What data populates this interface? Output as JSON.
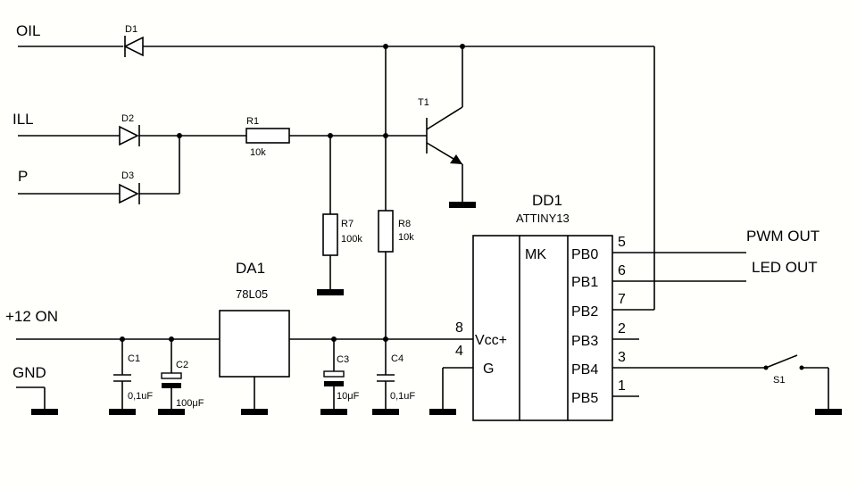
{
  "inputs": {
    "oil": "OIL",
    "ill": "ILL",
    "p": "P",
    "v12": "+12 ON",
    "gnd": "GND"
  },
  "outputs": {
    "pwm": "PWM OUT",
    "led": "LED OUT"
  },
  "diodes": {
    "d1": "D1",
    "d2": "D2",
    "d3": "D3"
  },
  "transistor": {
    "name": "T1"
  },
  "resistors": {
    "r1": {
      "name": "R1",
      "value": "10k"
    },
    "r7": {
      "name": "R7",
      "value": "100k"
    },
    "r8": {
      "name": "R8",
      "value": "10k"
    }
  },
  "regulator": {
    "name": "DA1",
    "part": "78L05"
  },
  "capacitors": {
    "c1": {
      "name": "C1",
      "value": "0,1uF"
    },
    "c2": {
      "name": "C2",
      "value": "100μF"
    },
    "c3": {
      "name": "C3",
      "value": "10μF"
    },
    "c4": {
      "name": "C4",
      "value": "0,1uF"
    }
  },
  "mcu": {
    "name": "DD1",
    "part": "ATTINY13",
    "core": "MK",
    "vcc": "Vcc+",
    "g": "G",
    "vcc_pin": "8",
    "g_pin": "4",
    "ports": [
      {
        "name": "PB0",
        "pin": "5"
      },
      {
        "name": "PB1",
        "pin": "6"
      },
      {
        "name": "PB2",
        "pin": "7"
      },
      {
        "name": "PB3",
        "pin": "2"
      },
      {
        "name": "PB4",
        "pin": "3"
      },
      {
        "name": "PB5",
        "pin": "1"
      }
    ]
  },
  "switch": {
    "name": "S1"
  }
}
